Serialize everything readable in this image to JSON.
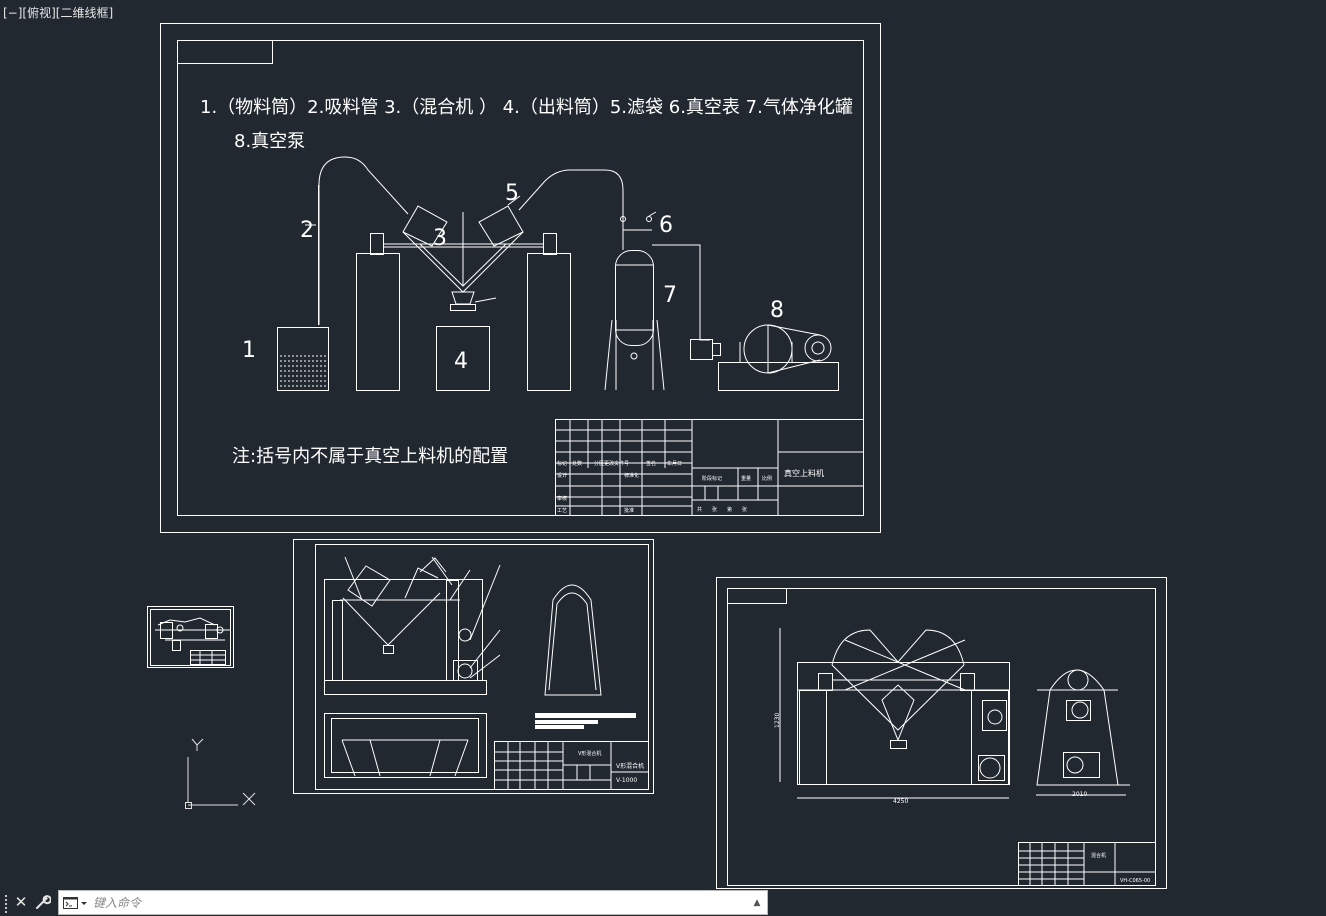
{
  "app": {
    "viewport_label": "[−][俯视][二维线框]"
  },
  "colors": {
    "background": "#212830",
    "drawing_lines": "#ffffff",
    "ucs": "#e0e0e0"
  },
  "drawing_main": {
    "legend_line1": "1.（物料筒）2.吸料管 3.（混合机 ）  4.（出料筒）5.滤袋 6.真空表  7.气体净化罐",
    "legend_line2": "8.真空泵",
    "callouts": [
      "1",
      "2",
      "3",
      "4",
      "5",
      "6",
      "7",
      "8"
    ],
    "note": "注:括号内不属于真空上料机的配置",
    "title_block_name": "真空上料机",
    "title_block_labels": [
      "标记",
      "处数",
      "分区",
      "更改文件号",
      "签名",
      "年月日",
      "设计",
      "标准化",
      "审核",
      "工艺",
      "批准",
      "阶段标记",
      "重量",
      "比例",
      "共",
      "张",
      "第",
      "张"
    ]
  },
  "drawing_v_mixer": {
    "title": "V形混合机",
    "code": "V-1000"
  },
  "drawing_assembly": {
    "dim_height": "1230",
    "dim_width": "4250",
    "dim_side": "2010",
    "title_block_name": "混合机",
    "code": "VH-C065-00"
  },
  "ucs": {
    "y_label": "Y",
    "x_label": "X"
  },
  "command_line": {
    "placeholder": "键入命令",
    "close_icon": "close-icon",
    "settings_icon": "wrench-icon",
    "prompt_icon": "command-prompt-icon",
    "history_icon": "chevron-up-icon"
  }
}
